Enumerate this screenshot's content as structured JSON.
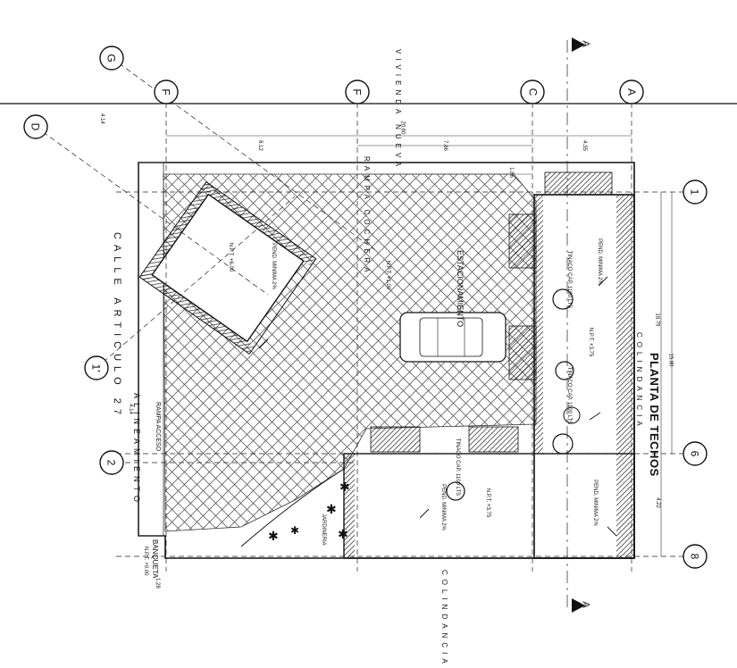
{
  "title": "PLANTA DE TECHOS",
  "street": "CALLE  ARTICULO 27",
  "alineamiento": "ALINEAMIENTO",
  "rampa": "RAMPA ACCESO",
  "banqueta": "BANQUETA",
  "banqueta_npt": "N.P.T. +0.00",
  "colindancia_top": "COLINDANCIA",
  "colindancia_bottom": "COLINDANCIA",
  "vivienda_nueva": "VIVIENDA NUEVA",
  "rampa_cochera": "RAMPA COCHERA",
  "estacionamiento": "ESTACIONAMIENTO",
  "jardineria": "JARDINERIA",
  "section_letter": "A",
  "axis_labels": {
    "axis_g": "G",
    "axis_f1": "F",
    "axis_f2": "F",
    "axis_c": "C",
    "axis_a": "A",
    "axis_d": "D",
    "axis_1": "1",
    "axis_1p": "1'",
    "axis_2": "2",
    "axis_6": "6",
    "axis_8": "8"
  },
  "dimensions": {
    "d_2060": "20.60",
    "d_812": "8.12",
    "d_786": "7.86",
    "d_435": "4.35",
    "d_186": "1.86",
    "d_1879": "18.79",
    "d_1580": "15.80",
    "d_422": "4.22",
    "d_414a": "4.14",
    "d_414b": "4.14",
    "d_128": "1.28"
  },
  "notes": {
    "pend_2a": "PEND. MINIMA 2%",
    "pend_2b": "PEND. MINIMA 2%",
    "pend_2c": "PEND. MINIMA 2%",
    "pend_2d": "PEND. MINIMA 2%",
    "tinaco1": "TINACO CAP. 1100 LTS",
    "tinaco2": "TINACO CAP. 1100 LTS",
    "tinaco3": "TINACO CAP. 1100 LTS",
    "npt1": "N.P.T. +6.00",
    "npt2": "N.P.T. +3.75",
    "npt3": "N.P.T. +3.75",
    "npt4": "N.P.T. +1.00"
  }
}
